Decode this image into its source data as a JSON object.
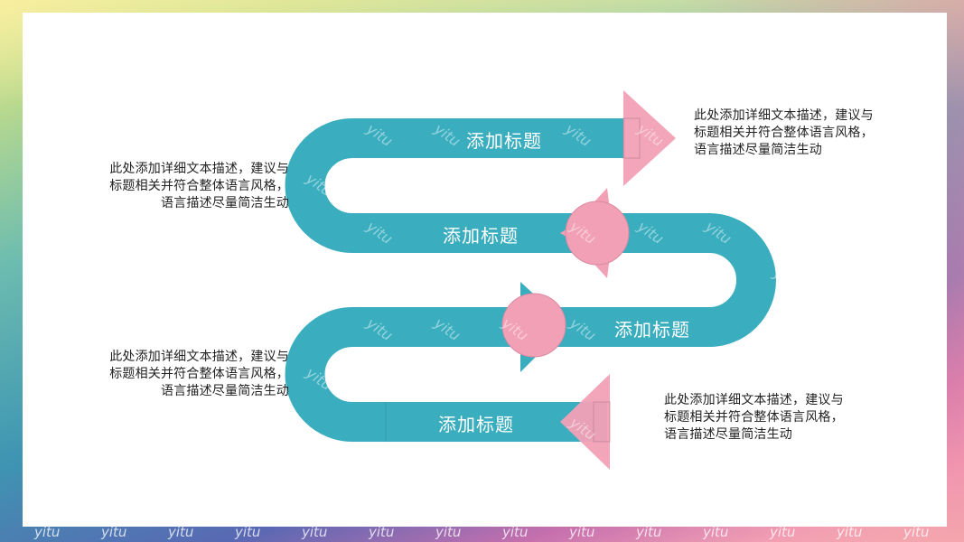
{
  "slide": {
    "background": "colorful low-poly gradient frame",
    "card_color": "#ffffff",
    "track_color": "#3aaebf",
    "accent_color": "#f2a0b6",
    "watermark_text": "yitu"
  },
  "steps": [
    {
      "title": "添加标题"
    },
    {
      "title": "添加标题"
    },
    {
      "title": "添加标题"
    },
    {
      "title": "添加标题"
    }
  ],
  "descriptions": [
    {
      "text": "此处添加详细文本描述，建议与\n标题相关并符合整体语言风格，\n语言描述尽量简洁生动"
    },
    {
      "text": "此处添加详细文本描述，建议与\n标题相关并符合整体语言风格，\n语言描述尽量简洁生动"
    },
    {
      "text": "此处添加详细文本描述，建议与\n标题相关并符合整体语言风格，\n语言描述尽量简洁生动"
    },
    {
      "text": "此处添加详细文本描述，建议与\n标题相关并符合整体语言风格，\n语言描述尽量简洁生动"
    }
  ]
}
